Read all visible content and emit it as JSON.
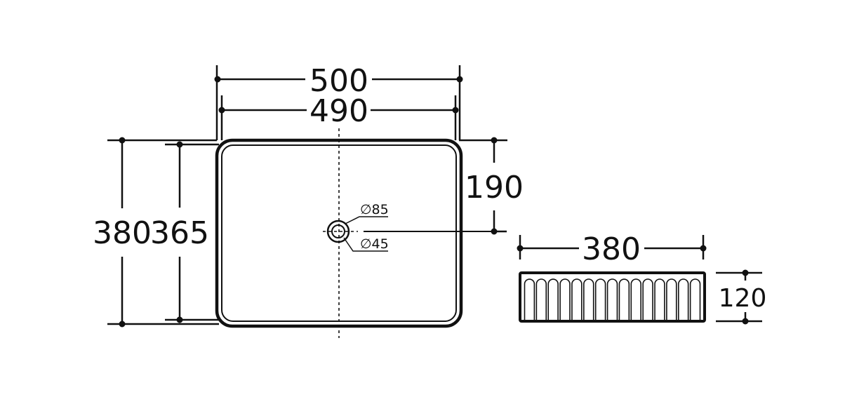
{
  "drawing": {
    "title": "Rectangular countertop basin technical drawing",
    "line_color": "#111111",
    "background": "#ffffff"
  },
  "top_view": {
    "dimensions": {
      "outer_width": "500",
      "inner_width": "490",
      "outer_depth": "380",
      "inner_depth": "365",
      "drain_offset": "190"
    },
    "drain": {
      "outer_diameter_label": "∅85",
      "inner_diameter_label": "∅45"
    }
  },
  "side_view": {
    "dimensions": {
      "length": "380",
      "height": "120"
    },
    "flute_count": 15
  }
}
